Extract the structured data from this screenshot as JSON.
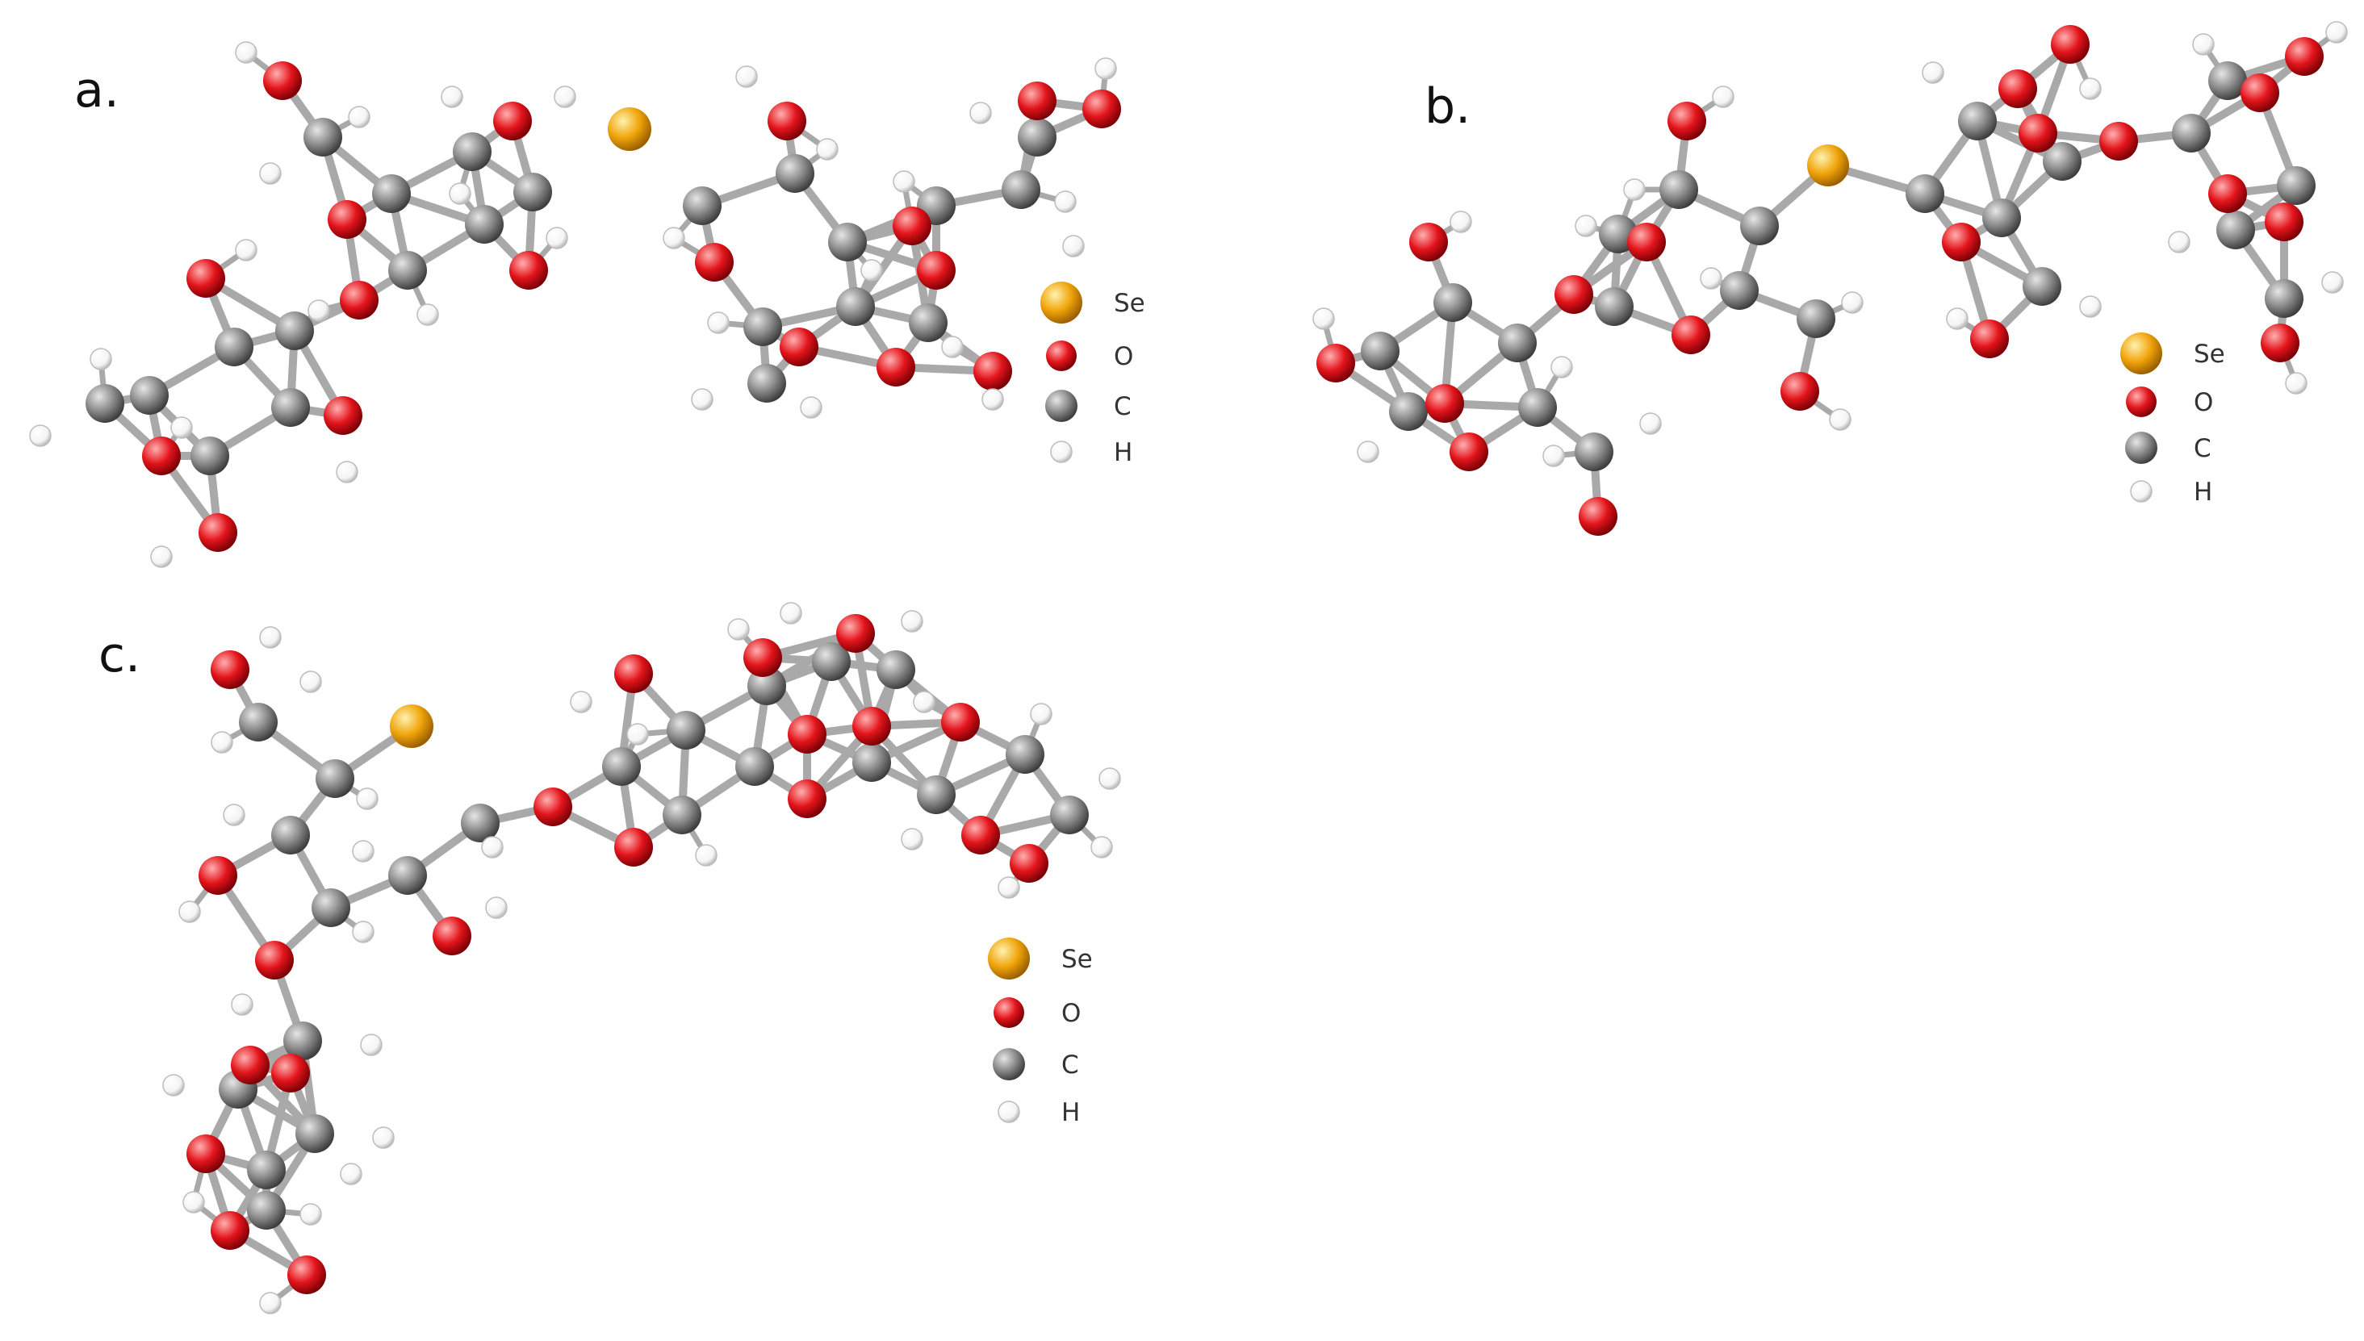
{
  "colors": {
    "selenium": "#f0a40a",
    "oxygen": "#e3141b",
    "carbon": "#8a8a8a",
    "hydrogen": "#f4f4f4",
    "bond": "#a9a9a9"
  },
  "legend": {
    "items": [
      {
        "label": "Se",
        "element": "selenium"
      },
      {
        "label": "O",
        "element": "oxygen"
      },
      {
        "label": "C",
        "element": "carbon"
      },
      {
        "label": "H",
        "element": "hydrogen"
      }
    ]
  },
  "panels": [
    {
      "label": "a."
    },
    {
      "label": "b."
    },
    {
      "label": "c."
    }
  ]
}
